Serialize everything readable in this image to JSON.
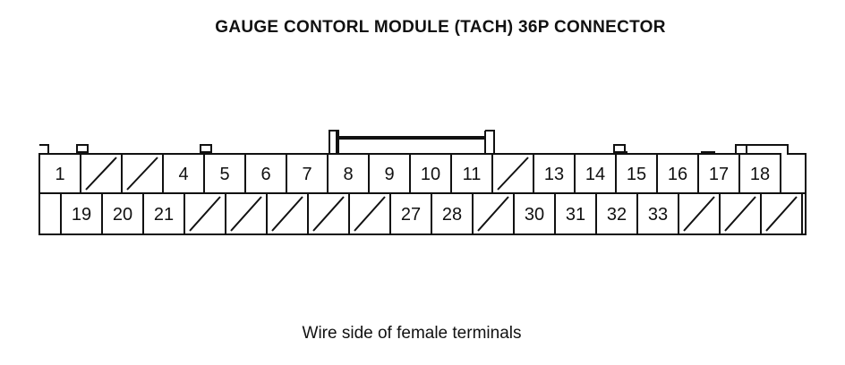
{
  "title": "GAUGE CONTORL MODULE (TACH) 36P CONNECTOR",
  "caption": "Wire side of female terminals",
  "connector": {
    "top_row": [
      "1",
      "",
      "",
      "4",
      "5",
      "6",
      "7",
      "8",
      "9",
      "10",
      "11",
      "",
      "13",
      "14",
      "15",
      "16",
      "17",
      "18"
    ],
    "bottom_row": [
      "19",
      "20",
      "21",
      "",
      "",
      "",
      "",
      "",
      "27",
      "28",
      "",
      "30",
      "31",
      "32",
      "33",
      "",
      "",
      ""
    ]
  }
}
